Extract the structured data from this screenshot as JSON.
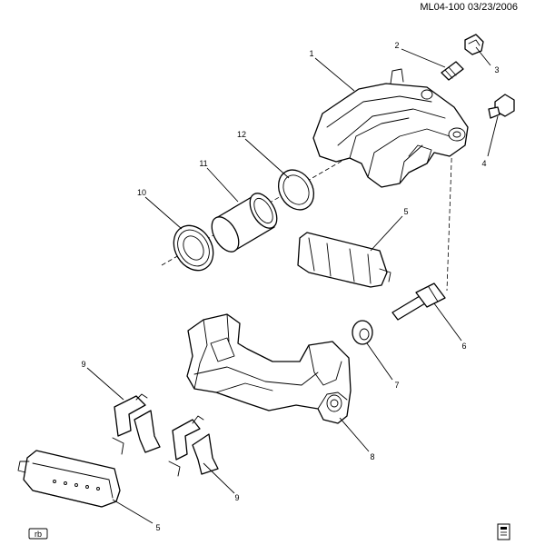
{
  "header": {
    "code": "ML04-100  03/23/2006"
  },
  "footer": {
    "tag": "rb",
    "book_icon": "book-icon"
  },
  "callouts": [
    {
      "id": "callout-1",
      "label": "1"
    },
    {
      "id": "callout-2",
      "label": "2"
    },
    {
      "id": "callout-3",
      "label": "3"
    },
    {
      "id": "callout-4",
      "label": "4"
    },
    {
      "id": "callout-5a",
      "label": "5"
    },
    {
      "id": "callout-5b",
      "label": "5"
    },
    {
      "id": "callout-6",
      "label": "6"
    },
    {
      "id": "callout-7",
      "label": "7"
    },
    {
      "id": "callout-8",
      "label": "8"
    },
    {
      "id": "callout-9a",
      "label": "9"
    },
    {
      "id": "callout-9b",
      "label": "9"
    },
    {
      "id": "callout-10",
      "label": "10"
    },
    {
      "id": "callout-11",
      "label": "11"
    },
    {
      "id": "callout-12",
      "label": "12"
    }
  ]
}
